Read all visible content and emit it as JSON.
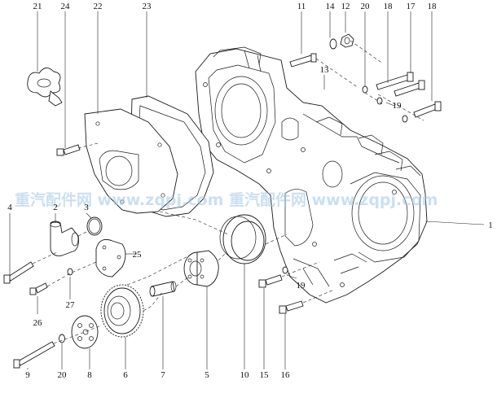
{
  "diagram": {
    "callouts": [
      "21",
      "24",
      "22",
      "23",
      "11",
      "14",
      "12",
      "20",
      "18",
      "17",
      "18",
      "13",
      "19",
      "4",
      "2",
      "3",
      "25",
      "27",
      "26",
      "19",
      "1",
      "9",
      "20",
      "8",
      "6",
      "7",
      "5",
      "10",
      "15",
      "16"
    ],
    "watermark": "重汽配件网 www.zqpj.com 重汽配件网 www.zqpj.com"
  }
}
